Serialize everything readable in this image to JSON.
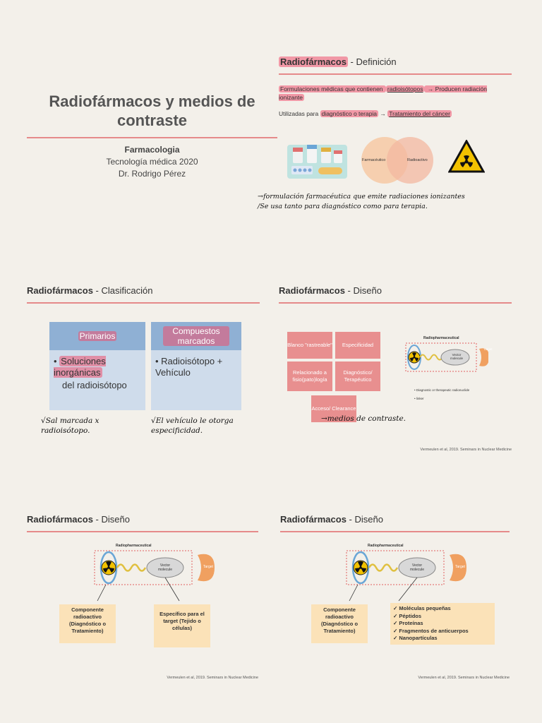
{
  "slide1": {
    "title": "Radiofármacos y medios de contraste",
    "course": "Farmacologia",
    "program": "Tecnología médica 2020",
    "author": "Dr. Rodrigo Pérez"
  },
  "slide2": {
    "title_bold": "Radiofármacos",
    "title_rest": " - Definición",
    "line1a": "Formulaciones médicas que contienen ",
    "line1b": "radioisótopos",
    "line1c": " → Producen radiación ionizante",
    "line2a": "Utilizadas para ",
    "line2b": "diagnóstico o terapia",
    "line2c": " → ",
    "line2d": "Tratamiento del cáncer",
    "venn_left": "Farmacéutico",
    "venn_right": "Radioactivo",
    "hand_note": "→formulación farmacéutica que emite radiaciones ionizantes\n/Se usa tanto para diagnóstico como para terapia."
  },
  "slide3": {
    "title_bold": "Radiofármacos",
    "title_rest": " - Clasificación",
    "col1_head": "Primarios",
    "col1_b1": "Soluciones inorgánicas",
    "col1_b2": "del radioisótopo",
    "col2_head": "Compuestos marcados",
    "col2_b1": "Radioisótopo + Vehículo",
    "hand1": "√Sal marcada x\nradioisótopo.",
    "hand2": "√El vehículo le otorga\nespecificidad."
  },
  "slide4": {
    "title_bold": "Radiofármacos",
    "title_rest": " - Diseño",
    "boxes": [
      "Blanco \"rastreable\"",
      "Especificidad",
      "Relacionado a fisio(pato)logía",
      "Diagnóstico/ Terapéutico",
      "Acceso/ Clearance"
    ],
    "diagram_title": "Radiopharmaceutical",
    "vector": "Vector molecule",
    "target": "Target",
    "legend1": "• Diagnostic or therapeutic radionuclide",
    "legend2": "• linker",
    "hand": "→medios de contraste.",
    "credit": "Vermeulen et al, 2019. Seminars in Nuclear Medicine"
  },
  "slide5": {
    "title_bold": "Radiofármacos",
    "title_rest": " - Diseño",
    "diagram_title": "Radiopharmaceutical",
    "vector": "Vector molecule",
    "target": "Target",
    "left_label": "Componente radioactivo (Diagnóstico o Tratamiento)",
    "right_label": "Específico para el target (Tejido o células)",
    "credit": "Vermeulen et al, 2019. Seminars in Nuclear Medicine"
  },
  "slide6": {
    "title_bold": "Radiofármacos",
    "title_rest": " - Diseño",
    "diagram_title": "Radiopharmaceutical",
    "vector": "Vector molecule",
    "target": "Target",
    "left_label": "Componente radioactivo (Diagnóstico o Tratamiento)",
    "items": [
      "Moléculas pequeñas",
      "Péptidos",
      "Proteínas",
      "Fragmentos de anticuerpos",
      "Nanopartículas"
    ],
    "credit": "Vermeulen et al, 2019. Seminars in Nuclear Medicine"
  }
}
